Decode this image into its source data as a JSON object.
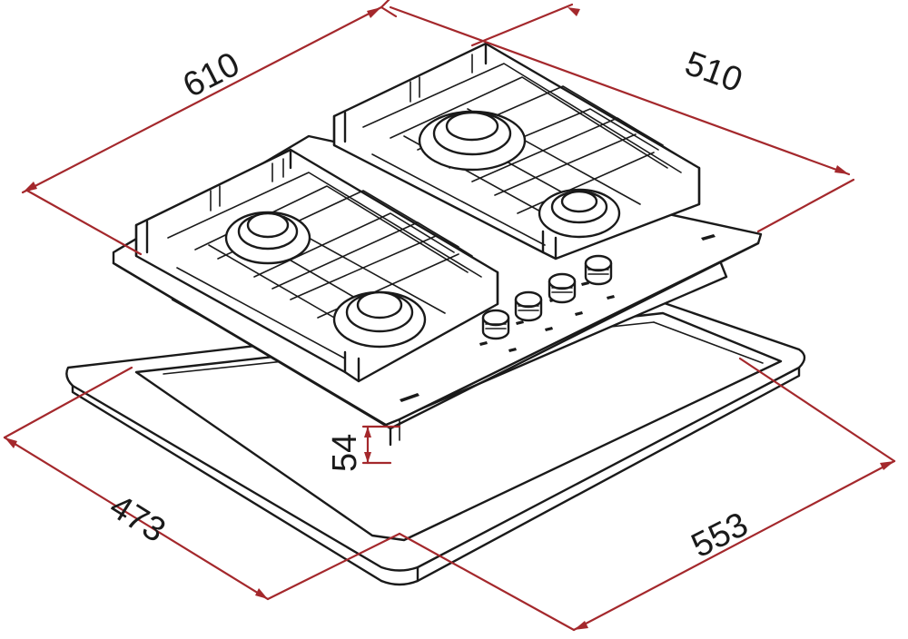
{
  "dimensions": {
    "width_overall": "610",
    "depth_overall": "510",
    "cutout_depth": "473",
    "cutout_width": "553",
    "height": "54"
  },
  "colors": {
    "dimension_line": "#a4282c",
    "drawing_line": "#1a1a1a",
    "background": "#ffffff"
  }
}
